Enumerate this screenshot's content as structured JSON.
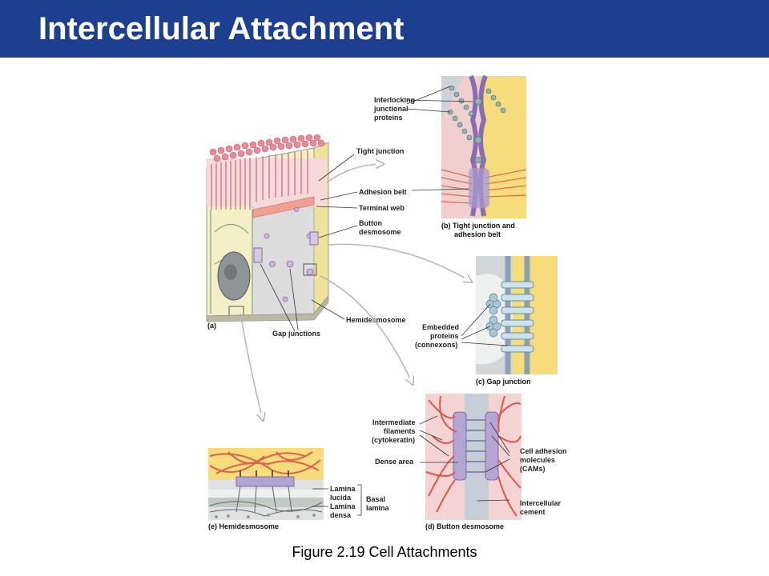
{
  "slide": {
    "title": "Intercellular Attachment",
    "caption": "Figure 2.19  Cell Attachments"
  },
  "figure": {
    "panel_a": {
      "letter": "(a)",
      "labels": {
        "tight_junction": "Tight junction",
        "adhesion_belt": "Adhesion belt",
        "terminal_web": "Terminal web",
        "button_desmosome_1": "Button",
        "button_desmosome_2": "desmosome",
        "hemidesmosome": "Hemidesmosome",
        "gap_junctions": "Gap junctions"
      }
    },
    "panel_b": {
      "caption_1": "(b) Tight junction and",
      "caption_2": "adhesion belt",
      "labels": {
        "interlocking_1": "Interlocking",
        "interlocking_2": "junctional",
        "interlocking_3": "proteins"
      }
    },
    "panel_c": {
      "caption": "(c) Gap junction",
      "labels": {
        "embedded_1": "Embedded",
        "embedded_2": "proteins",
        "embedded_3": "(connexons)"
      }
    },
    "panel_d": {
      "caption": "(d) Button desmosome",
      "labels": {
        "intermediate_1": "Intermediate",
        "intermediate_2": "filaments",
        "intermediate_3": "(cytokeratin)",
        "dense_area": "Dense area",
        "cam_1": "Cell adhesion",
        "cam_2": "molecules",
        "cam_3": "(CAMs)",
        "cement_1": "Intercellular",
        "cement_2": "cement"
      }
    },
    "panel_e": {
      "caption": "(e) Hemidesmosome",
      "labels": {
        "lamina_lucida_1": "Lamina",
        "lamina_lucida_2": "lucida",
        "lamina_densa_1": "Lamina",
        "lamina_densa_2": "densa",
        "basal_1": "Basal",
        "basal_2": "lamina"
      }
    }
  }
}
